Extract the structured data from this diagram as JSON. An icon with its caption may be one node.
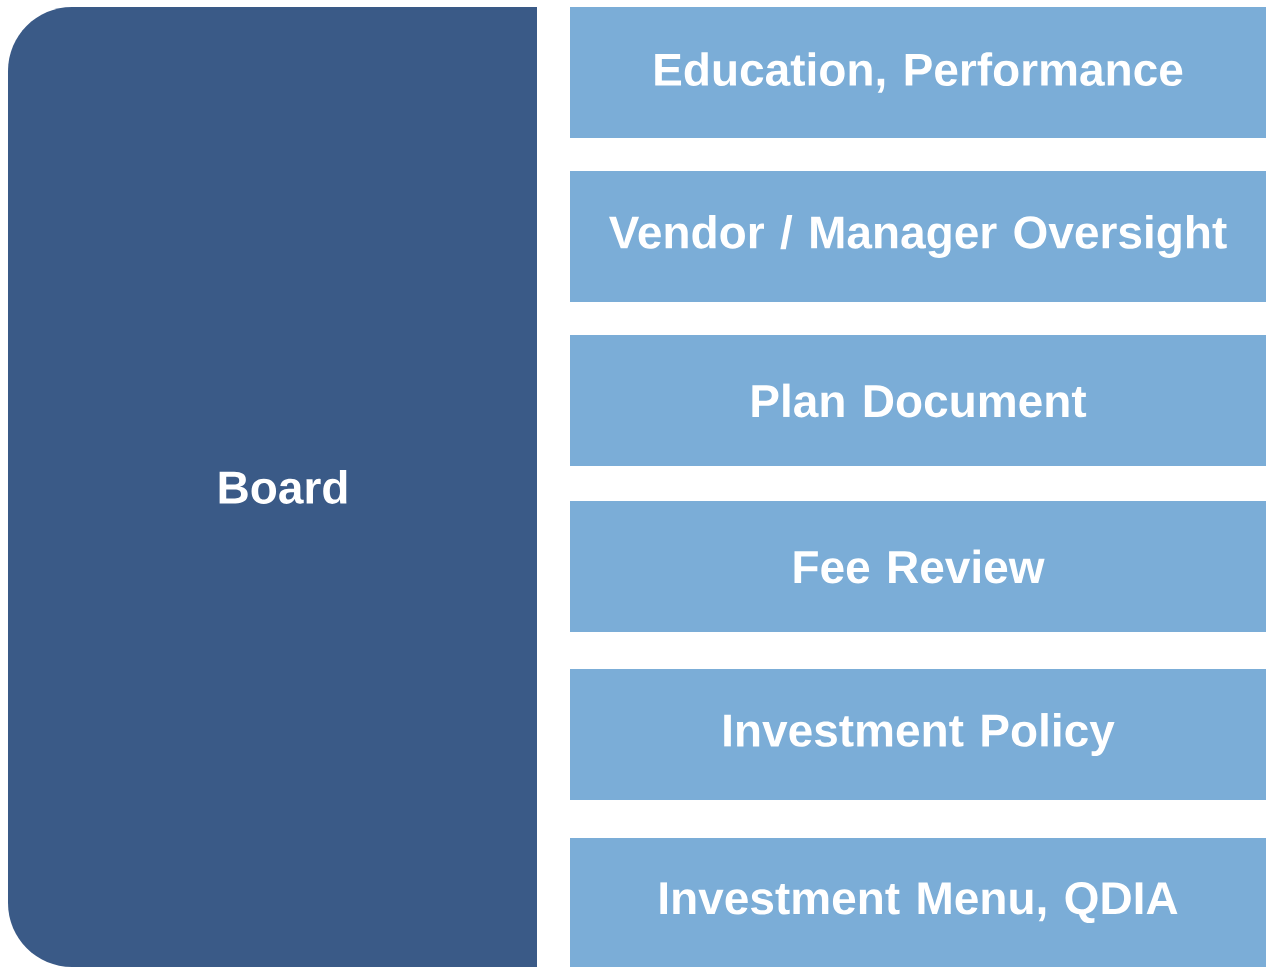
{
  "diagram": {
    "nodes": [
      {
        "text": [
          "Board"
        ]
      },
      {
        "text": [
          "Education, Performance"
        ]
      },
      {
        "text": [
          "Vendor / Manager Oversight"
        ]
      },
      {
        "text": [
          "Plan Document"
        ]
      },
      {
        "text": [
          "Fee Review"
        ]
      },
      {
        "text": [
          "Investment Policy"
        ]
      },
      {
        "text": [
          "Investment Menu, QDIA"
        ]
      }
    ]
  }
}
